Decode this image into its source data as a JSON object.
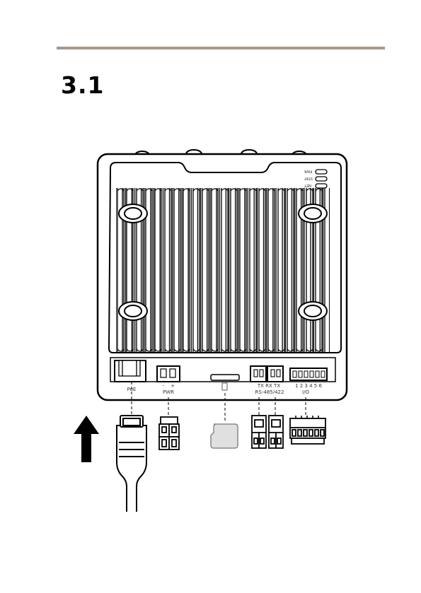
{
  "header": {
    "section_number": "3.1"
  },
  "figure": {
    "leds": [
      "PWR",
      "STAT",
      "NET"
    ],
    "ports": {
      "poe": "PoE",
      "pwr": "PWR",
      "pwr_minus": "-",
      "pwr_plus": "+",
      "rs485_pins": "TX RX TX",
      "rs485": "RS-485/422",
      "io_pins": "1 2 3 4 5 6",
      "io": "I/O"
    },
    "icons": [
      "up-arrow-icon",
      "ethernet-cable-icon",
      "power-connector-icon",
      "microsd-card-icon",
      "serial-connector-icon",
      "io-connector-icon"
    ],
    "colors": {
      "rule": "#a89790",
      "ink": "#000000"
    }
  }
}
